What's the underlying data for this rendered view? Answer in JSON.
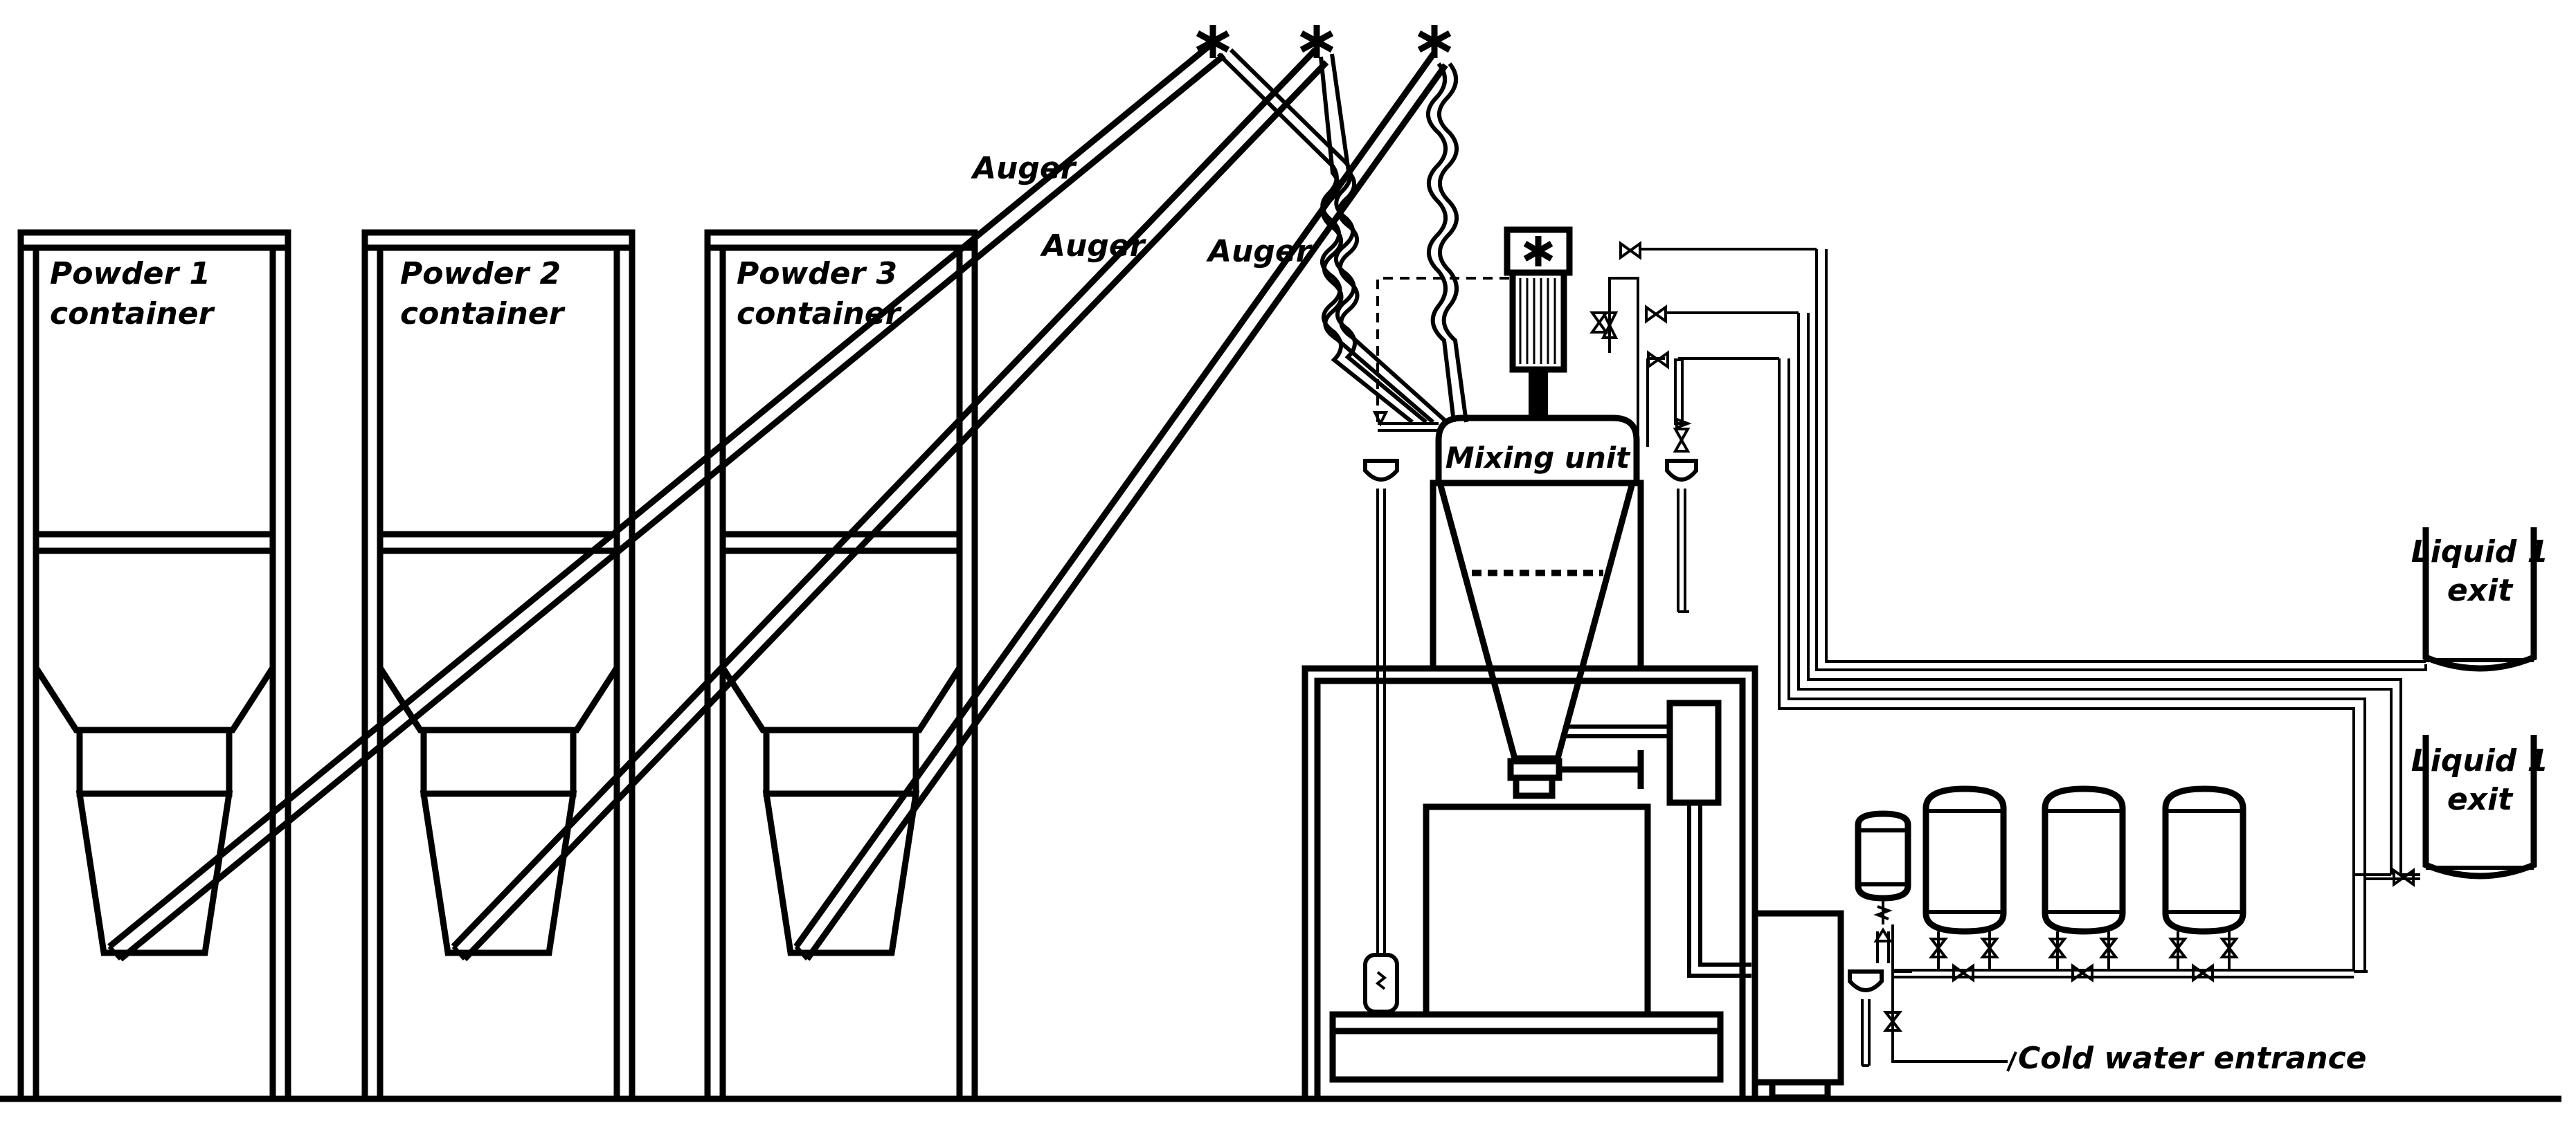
{
  "labels": {
    "powder1_line1": "Powder 1",
    "powder1_line2": "container",
    "powder2_line1": "Powder 2",
    "powder2_line2": "container",
    "powder3_line1": "Powder 3",
    "powder3_line2": "container",
    "auger1": "Auger",
    "auger2": "Auger",
    "auger3": "Auger",
    "mixing_unit": "Mixing unit",
    "liquid_exit1_line1": "Liquid 1",
    "liquid_exit1_line2": "exit",
    "liquid_exit2_line1": "Liquid 1",
    "liquid_exit2_line2": "exit",
    "cold_water": "Cold water entrance"
  },
  "icons": {
    "auger_motor": "asterisk",
    "mixer_motor": "asterisk"
  },
  "colors": {
    "line": "#000000",
    "background": "#ffffff"
  }
}
